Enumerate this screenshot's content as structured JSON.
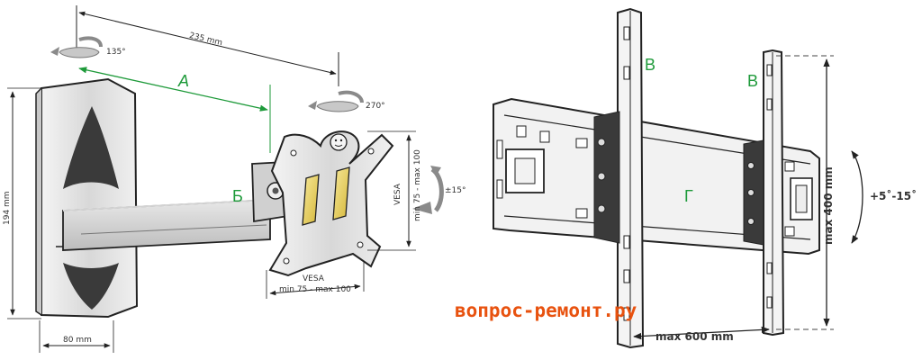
{
  "left_figure": {
    "dim_top": "235 mm",
    "dim_height": "194 mm",
    "dim_depth": "80 mm",
    "rot_top": "135°",
    "rot_head": "270°",
    "tilt_head": "±15°",
    "label_a": "A",
    "label_b": "Б",
    "vesa_vertical_1": "VESA",
    "vesa_vertical_2": "min 75 - max 100",
    "vesa_horizontal_1": "VESA",
    "vesa_horizontal_2": "min 75 - max 100"
  },
  "right_figure": {
    "label_v_left": "В",
    "label_v_right": "В",
    "label_g": "Г",
    "dim_height": "max 400 mm",
    "dim_width": "max 600 mm",
    "tilt": "+5˚-15˚"
  },
  "watermark": "вопрос-ремонт.ру",
  "colors": {
    "accent_green": "#1e9a3a",
    "watermark_orange": "#e8520f",
    "line": "#222222"
  }
}
